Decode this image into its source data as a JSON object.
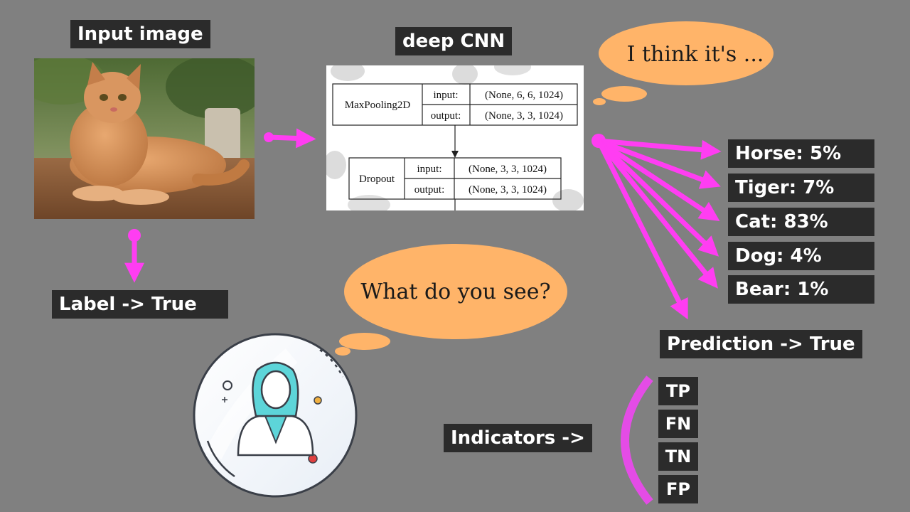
{
  "input_label": "Input image",
  "cnn_label": "deep CNN",
  "human_bubble": "What do you see?",
  "model_bubble": "I think it's ...",
  "label_true": "Label -> True",
  "prediction_true": "Prediction -> True",
  "indicators_label": "Indicators ->",
  "classes": [
    {
      "name": "Horse: 5%",
      "value": 5
    },
    {
      "name": "Tiger: 7%",
      "value": 7
    },
    {
      "name": "Cat: 83%",
      "value": 83
    },
    {
      "name": "Dog: 4%",
      "value": 4
    },
    {
      "name": "Bear: 1%",
      "value": 1
    }
  ],
  "indicators": [
    "TP",
    "FN",
    "TN",
    "FP"
  ],
  "cnn_table": {
    "layer1": {
      "name": "MaxPooling2D",
      "input_key": "input:",
      "input_val": "(None, 6, 6, 1024)",
      "output_key": "output:",
      "output_val": "(None, 3, 3, 1024)"
    },
    "layer2": {
      "name": "Dropout",
      "input_key": "input:",
      "input_val": "(None, 3, 3, 1024)",
      "output_key": "output:",
      "output_val": "(None, 3, 3, 1024)"
    }
  },
  "colors": {
    "background": "#808080",
    "label_bg": "#2b2b2b",
    "arrow": "#ff3df2",
    "bubble": "#ffb469",
    "avatar": "#5dd5d9"
  }
}
